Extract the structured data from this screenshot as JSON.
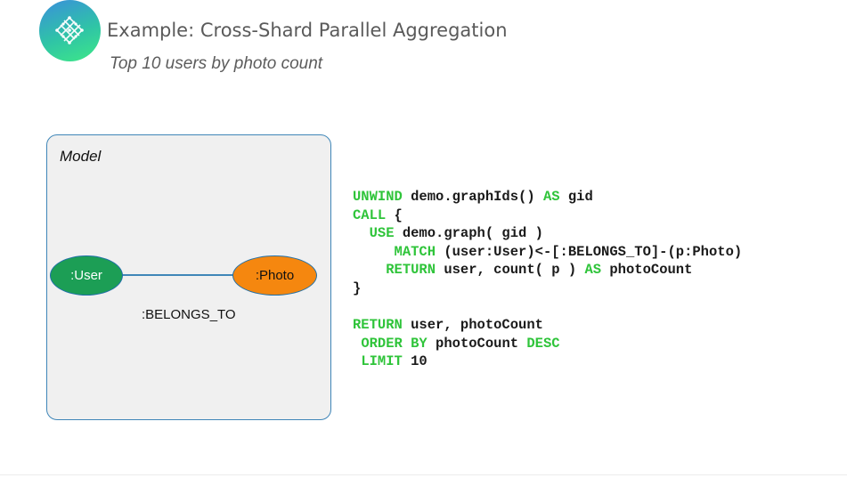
{
  "header": {
    "logo_icon": "neo4j-fabric-lattice-icon",
    "title": "Example: Cross-Shard Parallel Aggregation",
    "subtitle": "Top 10 users by photo count"
  },
  "model": {
    "label": "Model",
    "nodes": {
      "user": {
        "label": ":User",
        "color": "#1c9e55"
      },
      "photo": {
        "label": ":Photo",
        "color": "#f5870f"
      }
    },
    "relationship": ":BELONGS_TO",
    "border_color": "#3f86b8"
  },
  "code": {
    "keyword_color": "#2fc43a",
    "lines": [
      [
        {
          "t": "UNWIND",
          "k": true
        },
        {
          "t": " demo.graphIds() "
        },
        {
          "t": "AS",
          "k": true
        },
        {
          "t": " gid"
        }
      ],
      [
        {
          "t": "CALL",
          "k": true
        },
        {
          "t": " {"
        }
      ],
      [
        {
          "t": "  "
        },
        {
          "t": "USE",
          "k": true
        },
        {
          "t": " demo.graph( gid )"
        }
      ],
      [
        {
          "t": "     "
        },
        {
          "t": "MATCH",
          "k": true
        },
        {
          "t": " (user:User)<-[:BELONGS_TO]-(p:Photo)"
        }
      ],
      [
        {
          "t": "    "
        },
        {
          "t": "RETURN",
          "k": true
        },
        {
          "t": " user, count( p ) "
        },
        {
          "t": "AS",
          "k": true
        },
        {
          "t": " photoCount"
        }
      ],
      [
        {
          "t": "}"
        }
      ],
      [],
      [
        {
          "t": "RETURN",
          "k": true
        },
        {
          "t": " user, photoCount"
        }
      ],
      [
        {
          "t": " "
        },
        {
          "t": "ORDER BY",
          "k": true
        },
        {
          "t": " photoCount "
        },
        {
          "t": "DESC",
          "k": true
        }
      ],
      [
        {
          "t": " "
        },
        {
          "t": "LIMIT",
          "k": true
        },
        {
          "t": " 10"
        }
      ]
    ]
  }
}
